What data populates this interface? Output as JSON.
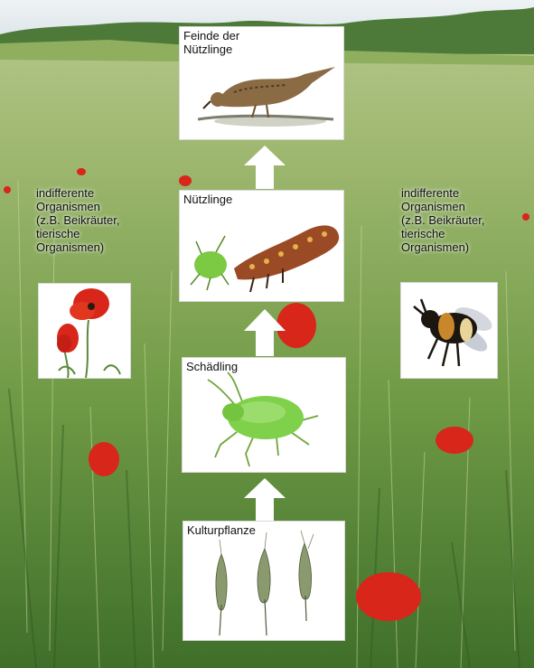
{
  "diagram": {
    "nodes": [
      {
        "id": "enemies",
        "label": "Feinde der\nNützlinge",
        "image": "bird-illustration"
      },
      {
        "id": "beneficials",
        "label": "Nützlinge",
        "image": "ladybird-larva-and-aphid"
      },
      {
        "id": "pest",
        "label": "Schädling",
        "image": "green-aphid"
      },
      {
        "id": "crop",
        "label": "Kulturpflanze",
        "image": "cereal-ears"
      }
    ],
    "edges": [
      {
        "from": "crop",
        "to": "pest"
      },
      {
        "from": "pest",
        "to": "beneficials"
      },
      {
        "from": "beneficials",
        "to": "enemies"
      }
    ],
    "side_left": {
      "label": "indifferente\nOrganismen\n(z.B. Beikräuter,\ntierische\nOrganismen)",
      "image": "red-poppy"
    },
    "side_right": {
      "label": "indifferente\nOrganismen\n(z.B. Beikräuter,\ntierische\nOrganismen)",
      "image": "bumblebee"
    },
    "background": "cereal-field-with-poppies",
    "colors": {
      "field_green": "#7da552",
      "sky": "#e9eef2",
      "poppy_red": "#d8261a",
      "arrow_white": "#ffffff"
    }
  }
}
